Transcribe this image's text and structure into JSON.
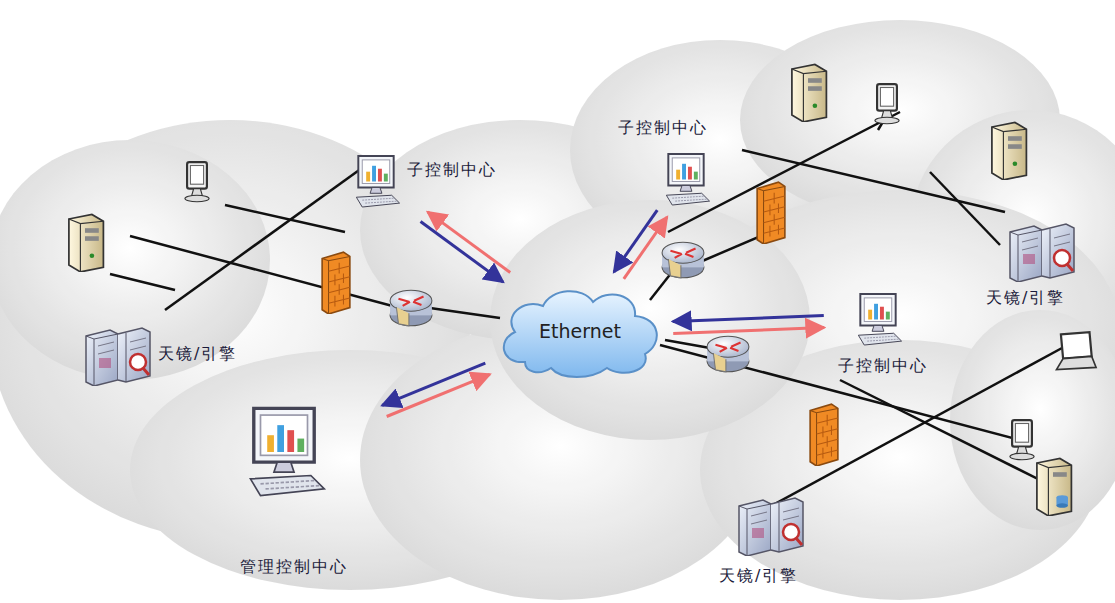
{
  "diagram": {
    "nodes": [
      {
        "text": [
          "子控制中心"
        ]
      },
      {
        "text": [
          "子控制中心"
        ]
      },
      {
        "text": [
          "天镜/引擎"
        ]
      },
      {
        "text": [
          "Ethernet"
        ]
      },
      {
        "text": [
          "天镜/引擎"
        ]
      },
      {
        "text": [
          "子控制中心"
        ]
      },
      {
        "text": [
          "管理控制中心"
        ]
      },
      {
        "text": [
          "天镜/引擎"
        ]
      }
    ],
    "edges": [
      {
        "from": 3,
        "to": 1,
        "arrow": "to"
      },
      {
        "from": 1,
        "to": 3,
        "arrow": "to"
      },
      {
        "from": 3,
        "to": 0,
        "arrow": "to"
      },
      {
        "from": 0,
        "to": 3,
        "arrow": "to"
      },
      {
        "from": 3,
        "to": 5,
        "arrow": "to"
      },
      {
        "from": 5,
        "to": 3,
        "arrow": "to"
      },
      {
        "from": 6,
        "to": 3,
        "arrow": "to"
      },
      {
        "from": 3,
        "to": 6,
        "arrow": "to"
      }
    ]
  }
}
